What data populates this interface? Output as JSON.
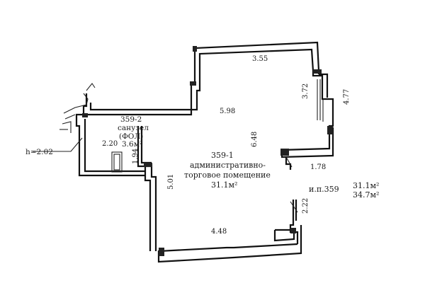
{
  "rooms": {
    "r359_2": {
      "number": "359-2",
      "name": "санузел",
      "note": "(ФОЛ)",
      "area": "3.6м²"
    },
    "r359_1": {
      "number": "359-1",
      "line1": "административно-",
      "line2": "торговое помещение",
      "area": "31.1м²"
    }
  },
  "dimensions": {
    "top": "3.55",
    "right_upper": "3.72",
    "right_outer": "4.77",
    "inner_top": "5.98",
    "inner_vertical": "6.48",
    "left_lower": "5.01",
    "bottom": "4.48",
    "notch_right": "1.78",
    "right_lower": "2.22",
    "wc_width": "2.20",
    "wc_height": "1.94"
  },
  "height_mark": "h=2.02",
  "summary": {
    "label": "и.п.359",
    "area1": "31.1м²",
    "area2": "34.7м²"
  }
}
